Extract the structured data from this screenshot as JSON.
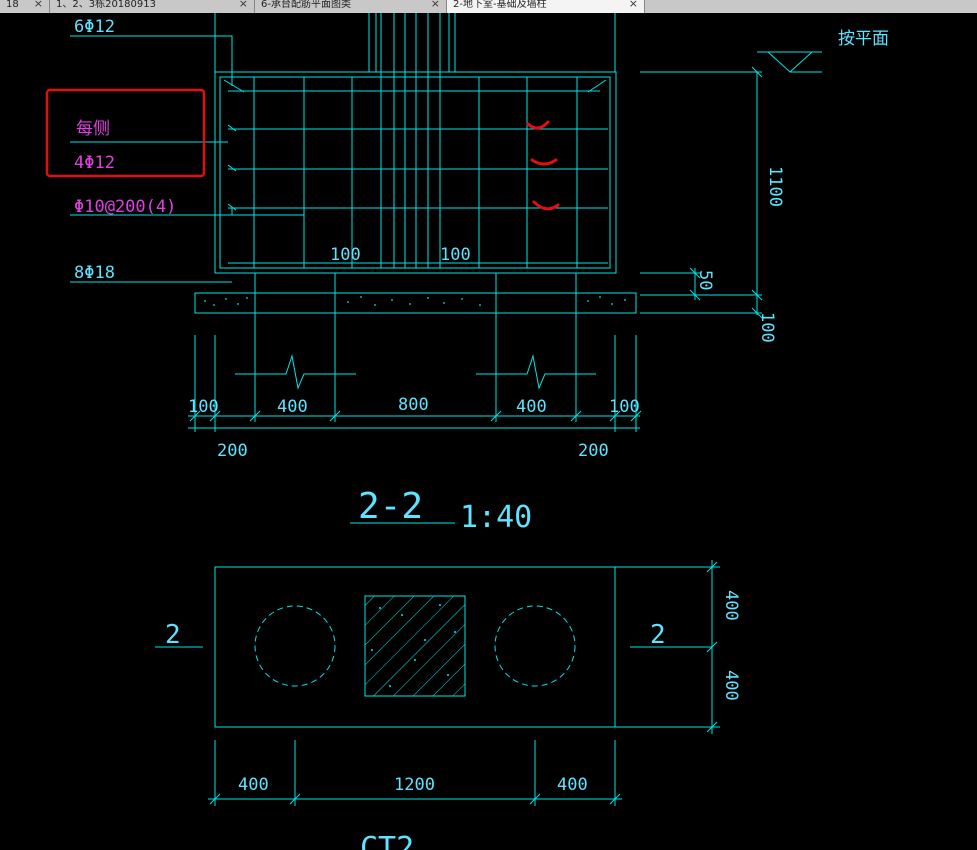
{
  "tabs": [
    {
      "label": "18",
      "close": "×"
    },
    {
      "label": "1、2、3栋20180913",
      "close": "×"
    },
    {
      "label": "6-承台配筋平面图类",
      "close": "×"
    },
    {
      "label": "2-地下室-基础及墙柱",
      "close": "×",
      "active": true
    }
  ],
  "drawing": {
    "rebar_top": "6Φ12",
    "side_rebar_line1": "每侧",
    "side_rebar_line2": "4Φ12",
    "stirrup": "Φ10@200(4)",
    "rebar_bottom": "8Φ18",
    "level_mark": "按平面",
    "dim_height": "1100",
    "dim_50": "50",
    "dim_100_right": "100",
    "dim_inner_left": "100",
    "dim_inner_right": "100",
    "dims_row1": [
      "100",
      "400",
      "800",
      "400",
      "100"
    ],
    "dims_row2": [
      "200",
      "200"
    ],
    "section_title": "2-2",
    "section_scale": "1:40",
    "plan_cut_left": "2",
    "plan_cut_right": "2",
    "plan_dim_v": [
      "400",
      "400"
    ],
    "plan_dims_bottom": [
      "400",
      "1200",
      "400"
    ],
    "plan_title_partial": "CT2"
  },
  "colors": {
    "line": "#00e5e5",
    "text": "#5fe3ff",
    "magenta": "#e040e0",
    "highlight": "#e01010",
    "background": "#000000"
  }
}
